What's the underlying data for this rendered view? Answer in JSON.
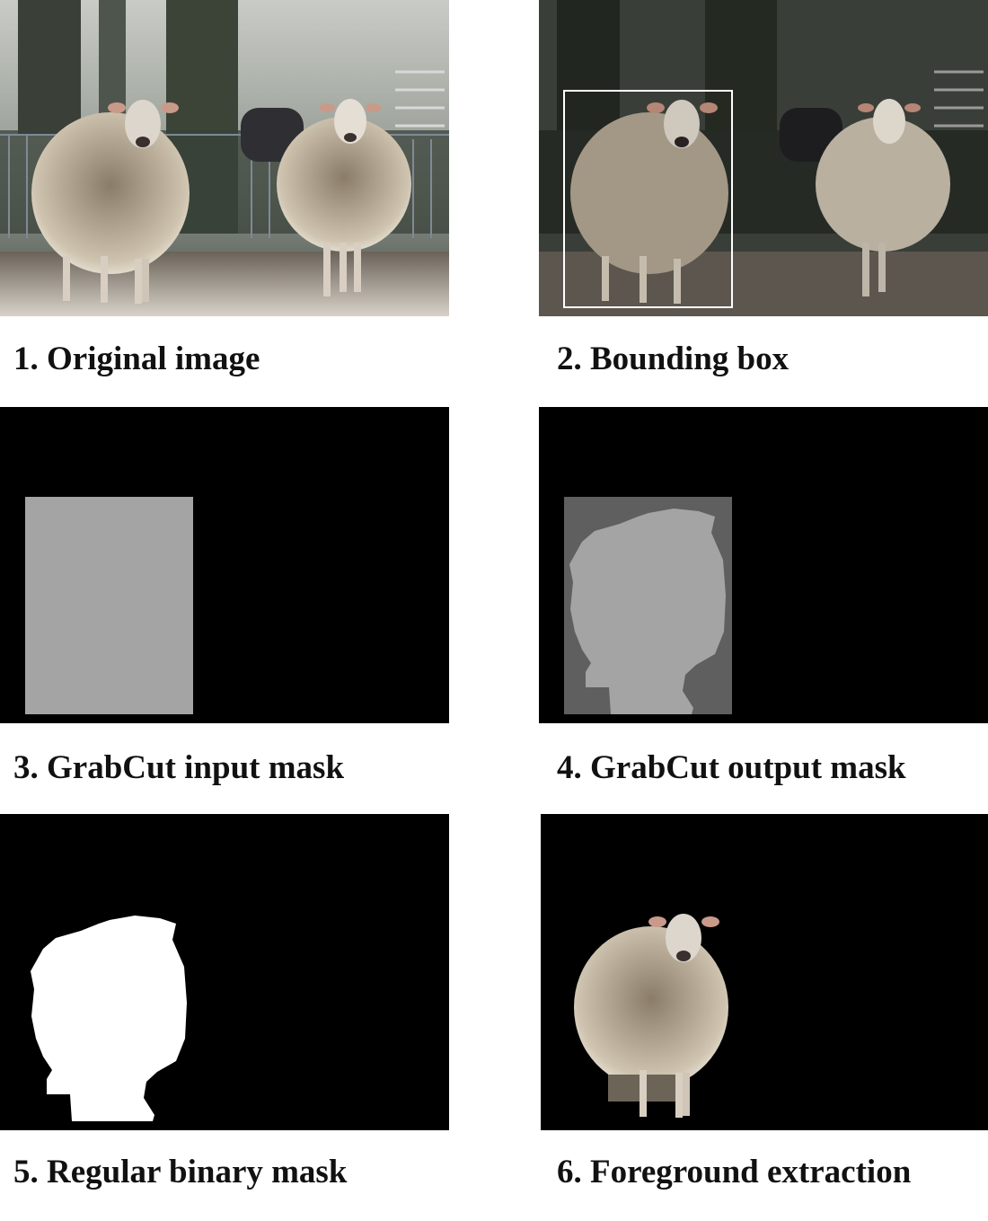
{
  "figure": {
    "panels": [
      {
        "id": "original-image",
        "caption": "1. Original image",
        "type": "photo"
      },
      {
        "id": "bounding-box",
        "caption": "2. Bounding box",
        "type": "photo-with-box",
        "box_color": "#ffffff"
      },
      {
        "id": "grabcut-input-mask",
        "caption": "3. GrabCut input mask",
        "type": "mask"
      },
      {
        "id": "grabcut-output-mask",
        "caption": "4. GrabCut output mask",
        "type": "mask"
      },
      {
        "id": "regular-binary-mask",
        "caption": "5. Regular binary mask",
        "type": "mask"
      },
      {
        "id": "foreground-extraction",
        "caption": "6. Foreground extraction",
        "type": "photo-extracted"
      }
    ],
    "colors": {
      "mask_background": "#000000",
      "probable_region": "#a4a4a4",
      "probable_background": "#5f5f5f",
      "foreground": "#ffffff"
    }
  }
}
